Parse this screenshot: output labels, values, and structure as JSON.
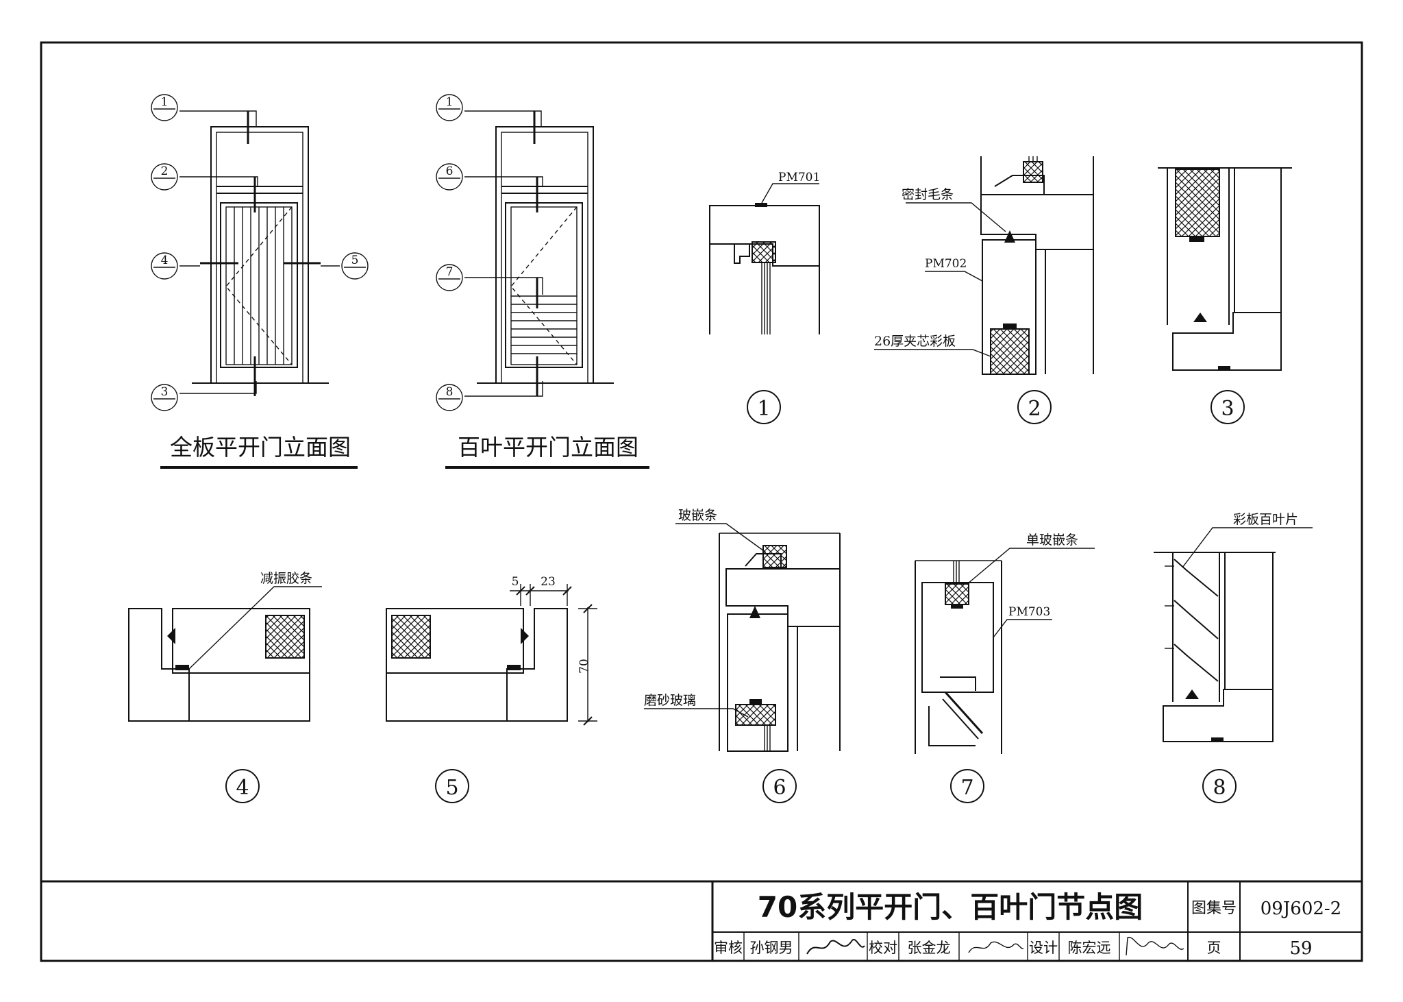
{
  "elevations": {
    "full_panel_title": "全板平开门立面图",
    "louver_title": "百叶平开门立面图",
    "full_panel_refs": [
      "1",
      "2",
      "3",
      "4",
      "5"
    ],
    "louver_refs": [
      "1",
      "6",
      "7",
      "8"
    ]
  },
  "details": [
    {
      "number": "1",
      "labels": [
        "PM701"
      ]
    },
    {
      "number": "2",
      "labels": [
        "密封毛条",
        "PM702",
        "26厚夹芯彩板"
      ]
    },
    {
      "number": "3",
      "labels": []
    },
    {
      "number": "4",
      "labels": [
        "减振胶条"
      ]
    },
    {
      "number": "5",
      "labels": [],
      "dimensions": [
        "5",
        "23",
        "70"
      ]
    },
    {
      "number": "6",
      "labels": [
        "玻嵌条",
        "磨砂玻璃"
      ]
    },
    {
      "number": "7",
      "labels": [
        "单玻嵌条",
        "PM703"
      ]
    },
    {
      "number": "8",
      "labels": [
        "彩板百叶片"
      ]
    }
  ],
  "title_block": {
    "drawing_title": "70系列平开门、百叶门节点图",
    "atlas_label": "图集号",
    "atlas_number": "09J602-2",
    "page_label": "页",
    "page_number": "59",
    "review_label": "审核",
    "reviewer": "孙钢男",
    "check_label": "校对",
    "checker": "张金龙",
    "design_label": "设计",
    "designer": "陈宏远"
  }
}
